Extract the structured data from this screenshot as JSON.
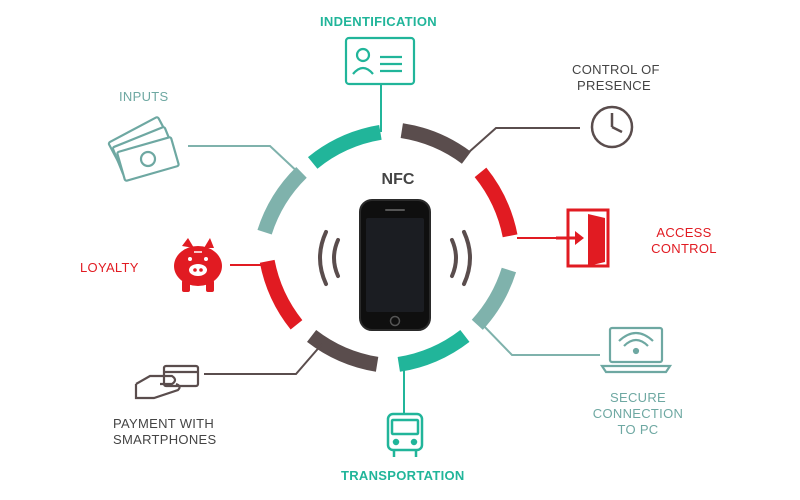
{
  "center_label": "NFC",
  "labels": {
    "identification": "INDENTIFICATION",
    "control_presence_line1": "CONTROL OF",
    "control_presence_line2": "PRESENCE",
    "inputs": "INPUTS",
    "access_line1": "ACCESS",
    "access_line2": "CONTROL",
    "loyalty": "LOYALTY",
    "secure_line1": "SECURE",
    "secure_line2": "CONNECTION",
    "secure_line3": "TO PC",
    "payment_line1": "PAYMENT WITH",
    "payment_line2": "SMARTPHONES",
    "transportation": "TRANSPORTATION"
  },
  "colors": {
    "green": "#21b59a",
    "dark": "#5a4d4d",
    "red": "#e11b22",
    "teal": "#7fb2ac",
    "text_dark": "#444444"
  },
  "icons": [
    "id-card-icon",
    "clock-icon",
    "money-icon",
    "door-icon",
    "piggy-bank-icon",
    "laptop-wifi-icon",
    "card-hand-icon",
    "bus-icon",
    "phone-icon",
    "nfc-wave-icon"
  ]
}
